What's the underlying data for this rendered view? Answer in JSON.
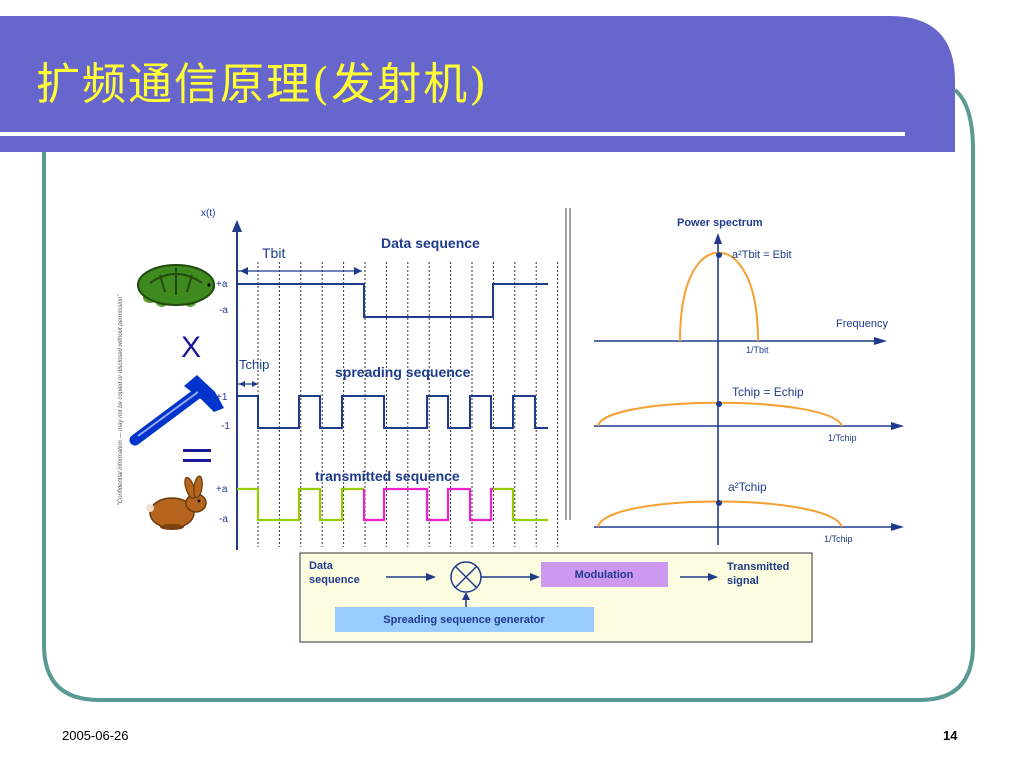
{
  "slide": {
    "title": "扩频通信原理(发射机)",
    "date": "2005-06-26",
    "page_number": "14"
  },
  "colors": {
    "title_bar": "#6666cc",
    "title_text": "#ffff33",
    "frame_border": "#5a9a94",
    "waveform": "#1f3b8c",
    "spectrum": "#f5a030",
    "transmitted_green": "#99cc00",
    "transmitted_magenta": "#ee22cc",
    "block_bg": "#fcfce0",
    "modulation_box": "#cc99ee",
    "generator_box": "#99ccff"
  },
  "waveforms": {
    "y_axis_label": "x(t)",
    "tbit_label": "Tbit",
    "tchip_label": "Tchip",
    "data_title": "Data sequence",
    "spreading_title": "spreading sequence",
    "transmitted_title": "transmitted sequence",
    "plus_a_top": "+a",
    "minus_a_top": "-a",
    "plus_one": "+1",
    "minus_one": "-1",
    "plus_a_bottom": "+a",
    "minus_a_bottom": "-a"
  },
  "analogy": {
    "times_symbol": "X",
    "equals_symbol": "=",
    "turtle_icon": "turtle-icon",
    "hammer_icon": "hammer-icon",
    "rabbit_icon": "rabbit-icon"
  },
  "spectrum": {
    "title": "Power spectrum",
    "frequency_label": "Frequency",
    "peak1_label": "a²Tbit = Ebit",
    "axis1_label": "1/Tbit",
    "peak2_label": "Tchip = Echip",
    "axis2_label": "1/Tchip",
    "peak3_label": "a²Tchip",
    "axis3_label": "1/Tchip"
  },
  "block_diagram": {
    "input_label_line1": "Data",
    "input_label_line2": "sequence",
    "modulation_label": "Modulation",
    "output_label_line1": "Transmitted",
    "output_label_line2": "signal",
    "generator_label": "Spreading sequence generator",
    "mixer_icon": "multiplier-circle-icon"
  }
}
